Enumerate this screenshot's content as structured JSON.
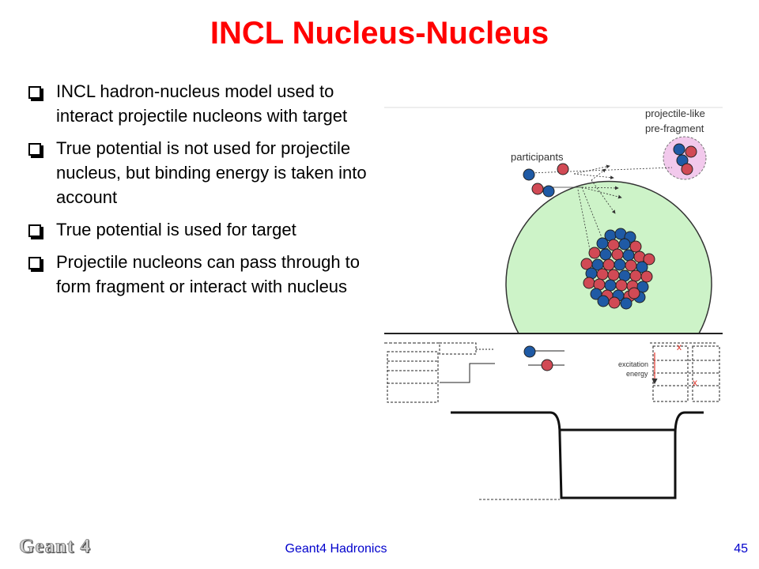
{
  "slide": {
    "title": "INCL Nucleus-Nucleus",
    "bullets": [
      "INCL hadron-nucleus model used to interact projectile nucleons with target",
      "True potential is not used for projectile nucleus, but binding energy is taken into account",
      "True potential is used for target",
      "Projectile nucleons can pass through to form fragment or interact with nucleus"
    ]
  },
  "figure": {
    "labels": {
      "projectile_like": [
        "projectile-like",
        "pre-fragment"
      ],
      "participants": "participants",
      "excitation": [
        "excitation",
        "energy"
      ],
      "cross": "x"
    },
    "colors": {
      "nucleus_fill": "#cdf3c8",
      "proton": "#d14a55",
      "neutron": "#1f5aa5",
      "fragment_halo": "#f2c9ec",
      "cross": "#e0342a"
    }
  },
  "footer": {
    "logo": "Geant 4",
    "center": "Geant4 Hadronics",
    "page": "45"
  }
}
